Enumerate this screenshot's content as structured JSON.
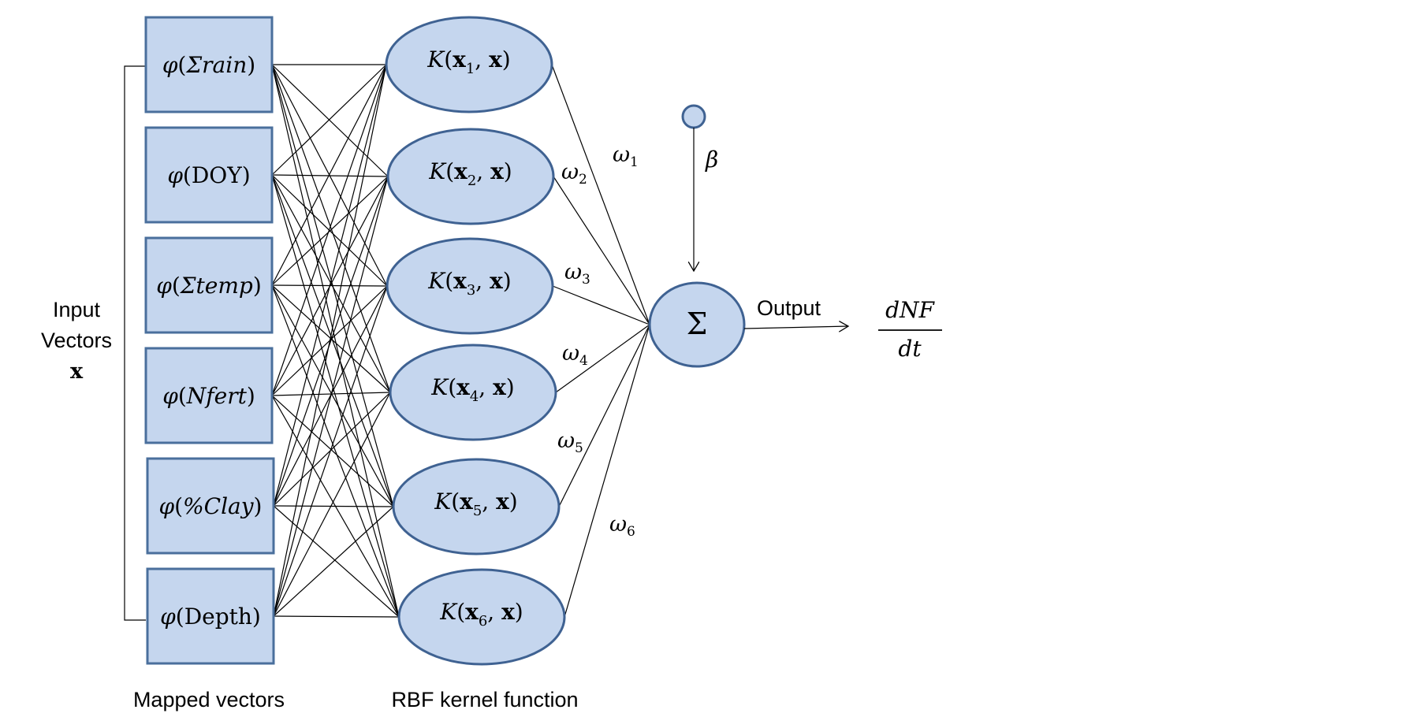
{
  "input_label": {
    "line1": "Input",
    "line2": "Vectors",
    "symbol": "x"
  },
  "mapped_nodes": [
    {
      "fn": "φ",
      "arg": "Σrain",
      "arg_style": "italic"
    },
    {
      "fn": "φ",
      "arg": "DOY",
      "arg_style": "upright"
    },
    {
      "fn": "φ",
      "arg": "Σtemp",
      "arg_style": "italic"
    },
    {
      "fn": "φ",
      "arg": "Nfert",
      "arg_style": "italic"
    },
    {
      "fn": "φ",
      "arg": "%Clay",
      "arg_style": "italic"
    },
    {
      "fn": "φ",
      "arg": "Depth",
      "arg_style": "upright"
    }
  ],
  "kernel_nodes": [
    {
      "fn": "K",
      "vec": "x",
      "sub": "1",
      "arg2": "x"
    },
    {
      "fn": "K",
      "vec": "x",
      "sub": "2",
      "arg2": "x"
    },
    {
      "fn": "K",
      "vec": "x",
      "sub": "3",
      "arg2": "x"
    },
    {
      "fn": "K",
      "vec": "x",
      "sub": "4",
      "arg2": "x"
    },
    {
      "fn": "K",
      "vec": "x",
      "sub": "5",
      "arg2": "x"
    },
    {
      "fn": "K",
      "vec": "x",
      "sub": "6",
      "arg2": "x"
    }
  ],
  "weights": [
    {
      "sym": "ω",
      "sub": "1"
    },
    {
      "sym": "ω",
      "sub": "2"
    },
    {
      "sym": "ω",
      "sub": "3"
    },
    {
      "sym": "ω",
      "sub": "4"
    },
    {
      "sym": "ω",
      "sub": "5"
    },
    {
      "sym": "ω",
      "sub": "6"
    }
  ],
  "sum_symbol": "Σ",
  "bias_symbol": "β",
  "output_label": "Output",
  "output_fraction": {
    "numerator": "dNF",
    "denominator": "dt"
  },
  "captions": {
    "mapped": "Mapped vectors",
    "kernel": "RBF kernel function"
  },
  "colors": {
    "node_fill": "#c5d6ee",
    "box_stroke": "#4a6f9c",
    "ellipse_stroke": "#3f6292"
  }
}
